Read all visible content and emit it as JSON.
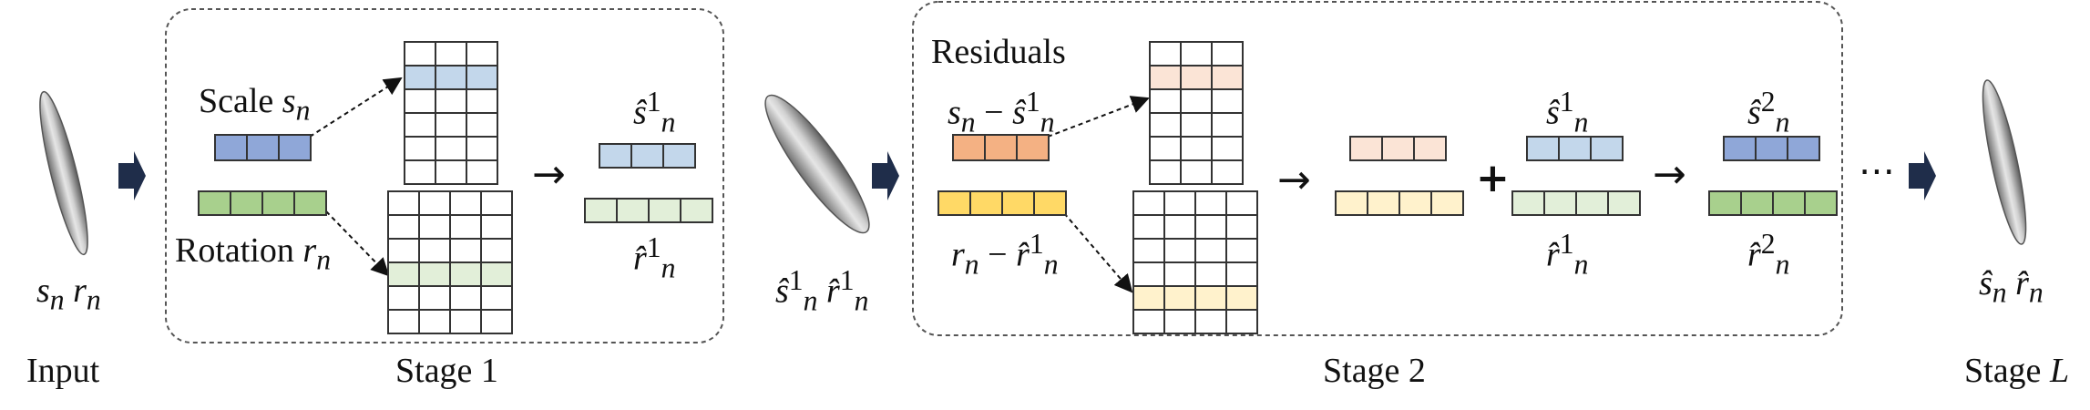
{
  "labels": {
    "input": "Input",
    "stage1": "Stage 1",
    "stage2": "Stage 2",
    "stageL_prefix": "Stage",
    "stageL_var": "L",
    "scale_word": "Scale",
    "rotation_word": "Rotation",
    "residuals": "Residuals",
    "s": "s",
    "r": "r",
    "n": "n",
    "one": "1",
    "two": "2",
    "minus": "−",
    "arrow": "→",
    "plus": "+",
    "ellipsis": "⋯"
  },
  "colors": {
    "blue_light": "#c3d7eb",
    "blue": "#8fa7d8",
    "green_light": "#e2efd9",
    "green": "#a8d08d",
    "peach_light": "#fbe4d6",
    "peach": "#f4b183",
    "yellow_light": "#fff2cc",
    "yellow": "#ffd966",
    "chevron": "#1f2d4a",
    "border": "#333333"
  }
}
